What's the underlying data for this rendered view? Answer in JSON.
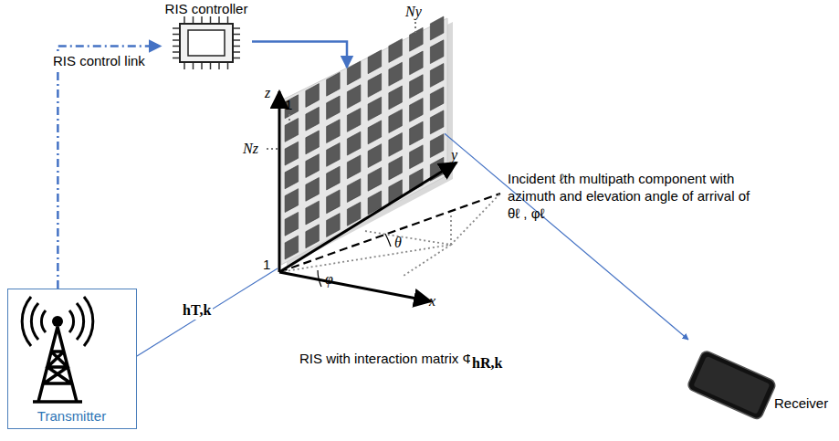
{
  "diagram": {
    "nodes": [
      {
        "text": [
          "Transmitter"
        ]
      },
      {
        "text": [
          "RIS controller"
        ]
      },
      {
        "text": [
          "RIS with interaction matrix Φ"
        ]
      },
      {
        "text": [
          "Receiver"
        ]
      }
    ],
    "edges": [
      {
        "from": 0,
        "to": 1,
        "arrow": "to",
        "label": "RIS control link"
      },
      {
        "from": 1,
        "to": 2,
        "arrow": "to"
      },
      {
        "from": 0,
        "to": 2,
        "arrow": "none",
        "label": "hT,k"
      },
      {
        "from": 2,
        "to": 3,
        "arrow": "to",
        "label": "hR,k"
      }
    ],
    "labels": [
      "Ny",
      "1",
      "Nz",
      "1",
      "z",
      "y",
      "x",
      "θ",
      "φ",
      "Incident ℓth multipath component with azimuth and elevation angle of arrival of θℓ , φℓ"
    ]
  }
}
